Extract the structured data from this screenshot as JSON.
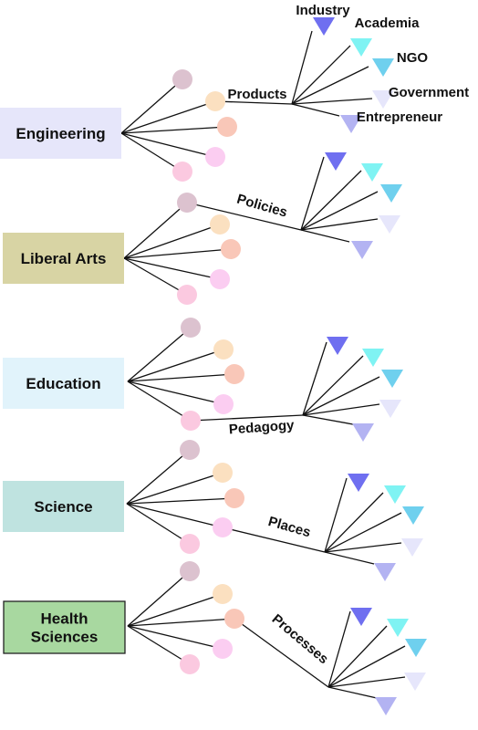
{
  "disciplines": [
    {
      "name": "Engineering",
      "label_lines": [
        "Engineering"
      ],
      "fill": "#e6e6fa",
      "stroke": "none",
      "branch_label": "Products"
    },
    {
      "name": "Liberal Arts",
      "label_lines": [
        "Liberal Arts"
      ],
      "fill": "#d8d4a4",
      "stroke": "none",
      "branch_label": "Policies"
    },
    {
      "name": "Education",
      "label_lines": [
        "Education"
      ],
      "fill": "#e1f3fb",
      "stroke": "none",
      "branch_label": "Pedagogy"
    },
    {
      "name": "Science",
      "label_lines": [
        "Science"
      ],
      "fill": "#bfe3e0",
      "stroke": "none",
      "branch_label": "Places"
    },
    {
      "name": "Health Sciences",
      "label_lines": [
        "Health",
        "Sciences"
      ],
      "fill": "#a8d8a0",
      "stroke": "#222222",
      "branch_label": "Processes"
    }
  ],
  "sector_labels": [
    "Industry",
    "Academia",
    "NGO",
    "Government",
    "Entrepreneur"
  ],
  "colors": {
    "circles": [
      "#dcc2cf",
      "#fbe0c0",
      "#f9c7b8",
      "#fbcdf1",
      "#fbc9e0"
    ],
    "flags": [
      "#6f6ff0",
      "#7ff3f3",
      "#6fd0ee",
      "#e6e6fb",
      "#b3b3f2"
    ],
    "lines": "#111111"
  }
}
